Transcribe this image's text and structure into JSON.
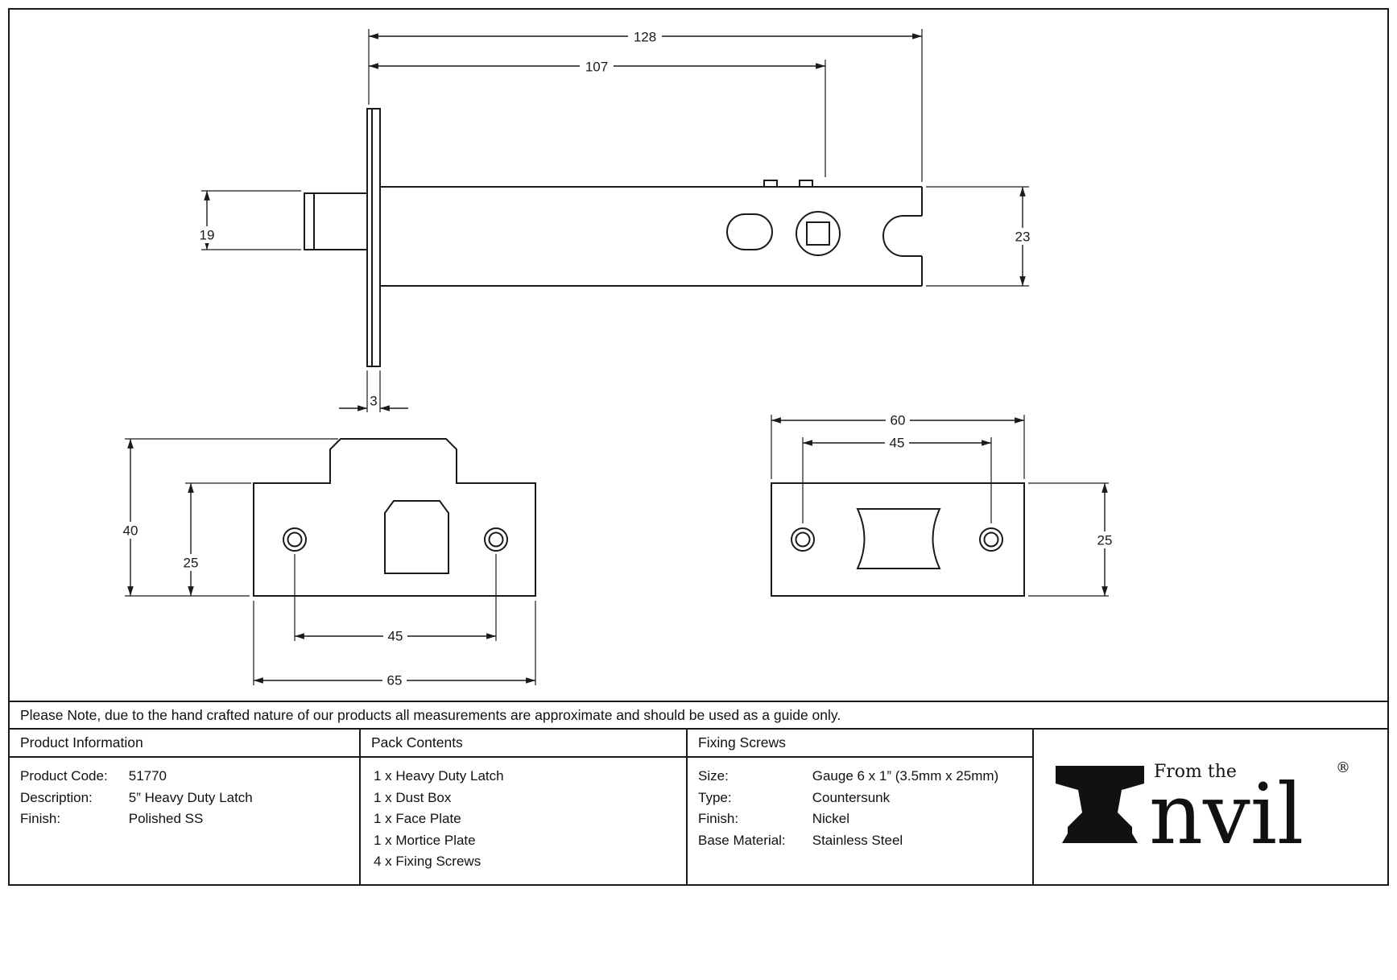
{
  "page": {
    "note": "Please Note, due to the hand crafted nature of our products all measurements are approximate and should be used as a guide only."
  },
  "drawings": {
    "latch_side_view": {
      "dim_overall_length": "128",
      "dim_backset": "107",
      "dim_bolt_height": "19",
      "dim_body_height": "23",
      "dim_faceplate_thickness": "3"
    },
    "face_plate": {
      "dim_total_height": "40",
      "dim_plate_height": "25",
      "dim_hole_spacing": "45",
      "dim_width": "65"
    },
    "mortice_plate": {
      "dim_width": "60",
      "dim_hole_spacing": "45",
      "dim_height": "25"
    }
  },
  "table": {
    "product_information": {
      "header": "Product Information",
      "rows": [
        {
          "label": "Product Code:",
          "value": "51770"
        },
        {
          "label": "Description:",
          "value": "5” Heavy Duty Latch"
        },
        {
          "label": "Finish:",
          "value": "Polished SS"
        }
      ]
    },
    "pack_contents": {
      "header": "Pack Contents",
      "items": [
        "1 x Heavy Duty Latch",
        "1 x Dust Box",
        "1 x Face Plate",
        "1 x Mortice Plate",
        "4 x Fixing Screws"
      ]
    },
    "fixing_screws": {
      "header": "Fixing Screws",
      "rows": [
        {
          "label": "Size:",
          "value": "Gauge 6 x 1” (3.5mm x 25mm)"
        },
        {
          "label": "Type:",
          "value": "Countersunk"
        },
        {
          "label": "Finish:",
          "value": "Nickel"
        },
        {
          "label": "Base Material:",
          "value": "Stainless Steel"
        }
      ]
    }
  },
  "logo": {
    "brand": "Anvil",
    "tagline": "From the",
    "brand_text": "nvil",
    "registered_mark": "®"
  }
}
